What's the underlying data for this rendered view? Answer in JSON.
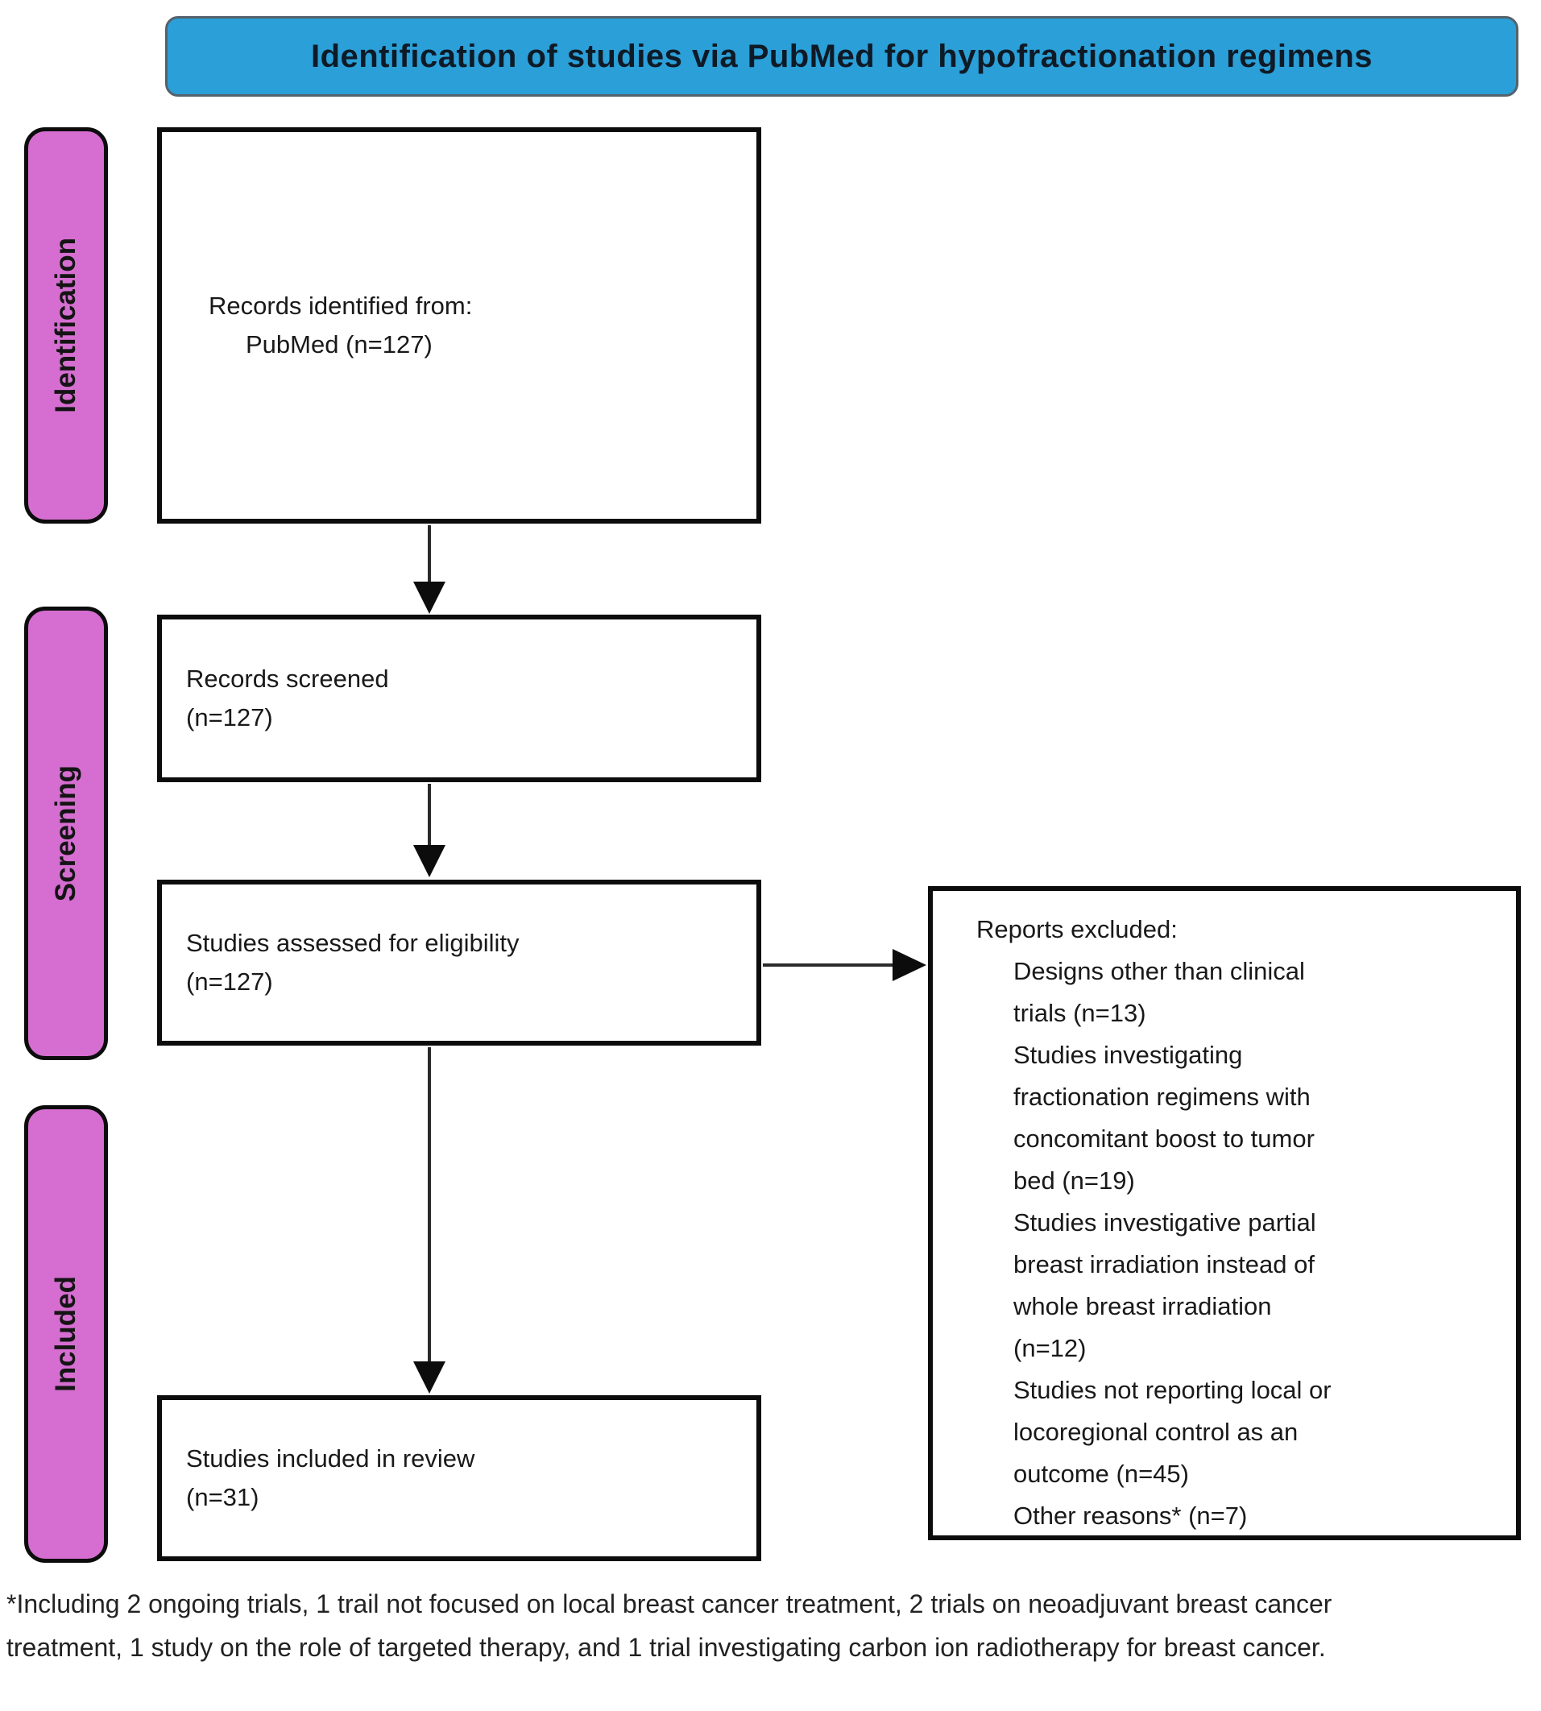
{
  "title": "Identification of studies via PubMed for hypofractionation regimens",
  "stages": [
    {
      "label": "Identification"
    },
    {
      "label": "Screening"
    },
    {
      "label": "Included"
    }
  ],
  "boxes": {
    "records_identified": {
      "lines": [
        "Records identified from:",
        "PubMed (n=127)"
      ]
    },
    "records_screened": {
      "lines": [
        "Records screened",
        "(n=127)"
      ]
    },
    "studies_assessed": {
      "lines": [
        "Studies assessed for eligibility",
        "(n=127)"
      ]
    },
    "studies_included": {
      "lines": [
        "Studies included in review",
        "(n=31)"
      ]
    }
  },
  "excluded_box": {
    "title": "Reports excluded:",
    "items": [
      [
        "Designs other than clinical",
        "trials (n=13)"
      ],
      [
        "Studies investigating",
        "fractionation regimens with",
        "concomitant boost to tumor",
        "bed (n=19)"
      ],
      [
        "Studies investigative partial",
        "breast irradiation instead of",
        "whole breast irradiation",
        "(n=12)"
      ],
      [
        "Studies not reporting local or",
        "locoregional control as an",
        "outcome (n=45)"
      ],
      [
        "Other reasons* (n=7)"
      ]
    ]
  },
  "footnote": "*Including 2 ongoing trials, 1 trail not focused on local breast cancer treatment, 2 trials on neoadjuvant breast cancer treatment, 1 study on the role of targeted therapy, and 1 trial investigating carbon ion radiotherapy for breast cancer.",
  "colors": {
    "banner_bg": "#2b9fd7",
    "stage_bg": "#d56ed0",
    "line_color": "#0c0c0c"
  }
}
